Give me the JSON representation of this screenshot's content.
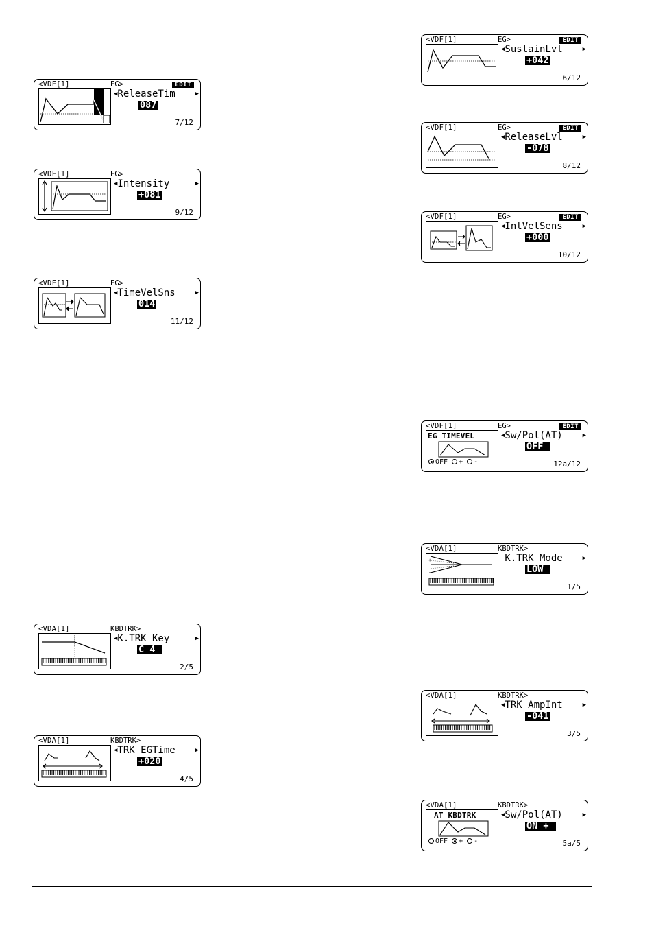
{
  "screens": [
    {
      "id": "s1",
      "header": "<VDF[1]",
      "mode": "EG>",
      "edit": "EDIT",
      "param": "ReleaseTim",
      "value": "087",
      "page": "7/12"
    },
    {
      "id": "s2",
      "header": "<VDF[1]",
      "mode": "EG>",
      "edit": "",
      "param": "Intensity ",
      "value": "+081",
      "page": "9/12"
    },
    {
      "id": "s3",
      "header": "<VDF[1]",
      "mode": "EG>",
      "edit": "",
      "param": "TimeVelSns",
      "value": "014",
      "page": "11/12"
    },
    {
      "id": "s4",
      "header": "<VDA[1]",
      "mode": "KBDTRK>",
      "edit": "",
      "param": "K.TRK Key ",
      "value": "C 4 ",
      "page": "2/5"
    },
    {
      "id": "s5",
      "header": "<VDA[1]",
      "mode": "KBDTRK>",
      "edit": "",
      "param": "TRK EGTime",
      "value": "+020",
      "page": "4/5"
    },
    {
      "id": "s6",
      "header": "<VDF[1]",
      "mode": "EG>",
      "edit": "EDIT",
      "param": "SustainLvl",
      "value": "+042",
      "page": "6/12"
    },
    {
      "id": "s7",
      "header": "<VDF[1]",
      "mode": "EG>",
      "edit": "EDIT",
      "param": "ReleaseLvl",
      "value": "-078",
      "page": "8/12"
    },
    {
      "id": "s8",
      "header": "<VDF[1]",
      "mode": "EG>",
      "edit": "EDIT",
      "param": "IntVelSens",
      "value": "+000",
      "page": "10/12"
    },
    {
      "id": "s9",
      "header": "<VDF[1]",
      "mode": "EG>",
      "edit": "EDIT",
      "param": "Sw/Pol(AT)",
      "value": "OFF ",
      "page": "12a/12",
      "subtitle": "EG TIMEVEL",
      "radios": [
        "OFF",
        "+",
        "-"
      ],
      "selected": 0
    },
    {
      "id": "s10",
      "header": "<VDA[1]",
      "mode": "KBDTRK>",
      "edit": "",
      "param": "K.TRK Mode",
      "value": "LOW ",
      "page": "1/5"
    },
    {
      "id": "s11",
      "header": "<VDA[1]",
      "mode": "KBDTRK>",
      "edit": "",
      "param": "TRK AmpInt",
      "value": "-041",
      "page": "3/5"
    },
    {
      "id": "s12",
      "header": "<VDA[1]",
      "mode": "KBDTRK>",
      "edit": "",
      "param": "Sw/Pol(AT)",
      "value": "ON + ",
      "page": "5a/5",
      "subtitle": "AT KBDTRK",
      "radios": [
        "OFF",
        "+",
        "-"
      ],
      "selected": 1
    }
  ]
}
